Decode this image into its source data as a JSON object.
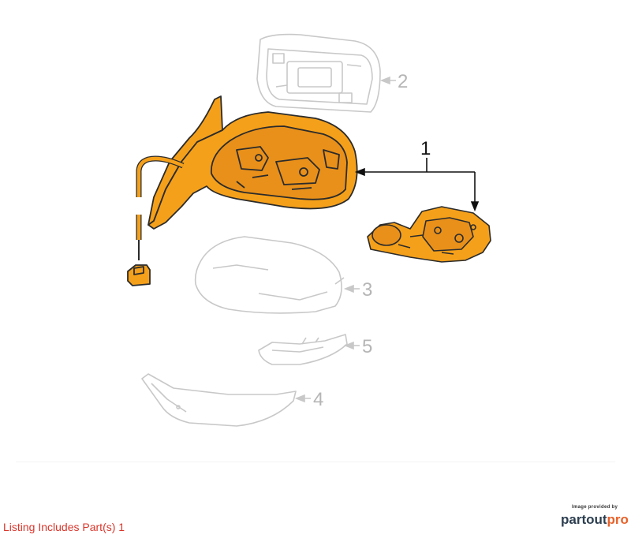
{
  "diagram": {
    "callouts": {
      "c1": "1",
      "c2": "2",
      "c3": "3",
      "c4": "4",
      "c5": "5"
    },
    "colors": {
      "highlight_fill": "#f5a01a",
      "highlight_stroke": "#2b2b2b",
      "ghost_stroke": "#c8c8c8",
      "callout_active": "#111111",
      "callout_ghost": "#b5b5b5"
    }
  },
  "footer": {
    "listing_text": "Listing Includes Part(s) 1",
    "brand_caption": "Image provided by",
    "brand_part1": "partout",
    "brand_part2": "pro"
  }
}
